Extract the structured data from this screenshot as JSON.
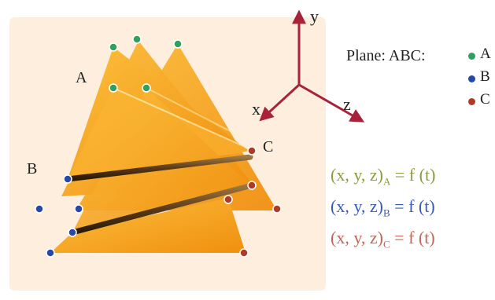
{
  "labels": {
    "vertex_a": "A",
    "vertex_b": "B",
    "vertex_c": "C",
    "axis_x": "x",
    "axis_y": "y",
    "axis_z": "z"
  },
  "legend": {
    "title": "Plane: ABC:",
    "items": [
      {
        "label": "A",
        "color": "#2fa060"
      },
      {
        "label": "B",
        "color": "#2848a8"
      },
      {
        "label": "C",
        "color": "#b03a28"
      }
    ]
  },
  "equations": [
    {
      "main": "(x, y, z)",
      "sub": "A",
      "rhs": " = f (t)",
      "color": "#909a42"
    },
    {
      "main": "(x, y, z)",
      "sub": "B",
      "rhs": " = f (t)",
      "color": "#3a5ab8"
    },
    {
      "main": "(x, y, z)",
      "sub": "C",
      "rhs": " = f (t)",
      "color": "#c0685a"
    }
  ],
  "colors": {
    "triangle_fill": "#f5a623",
    "triangle_fill_light": "#fbc247",
    "bar": "#6b4a22",
    "axis": "#a8233a",
    "background_panel": "#fbe6cf"
  }
}
